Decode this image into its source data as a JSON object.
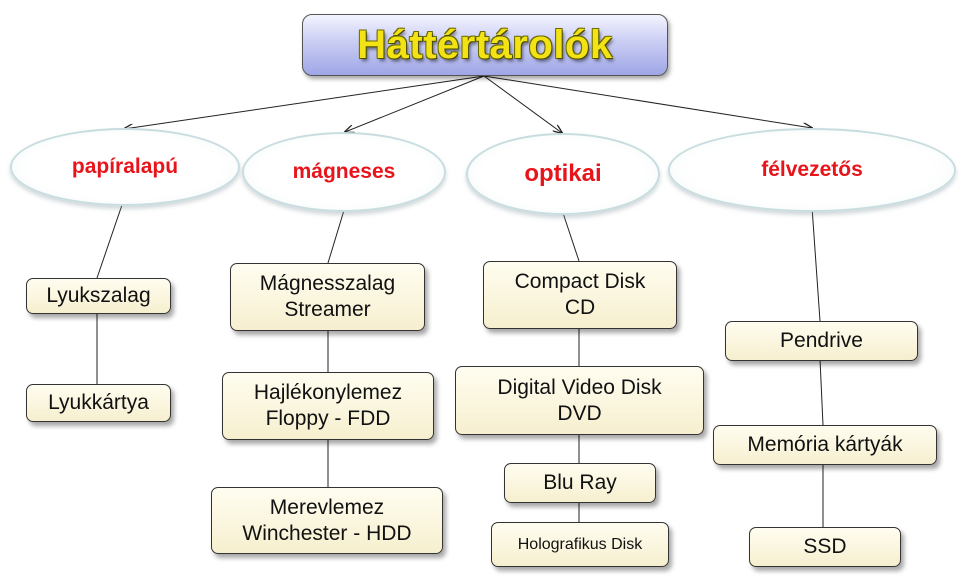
{
  "title": "Háttértárolók",
  "categories": {
    "paper": "papíralapú",
    "magnetic": "mágneses",
    "optical": "optikai",
    "semiconductor": "félvezetős"
  },
  "items": {
    "lyukszalag": "Lyukszalag",
    "lyukkartya": "Lyukkártya",
    "magneses_1": "Mágnesszalag",
    "magneses_2": "Streamer",
    "floppy_1": "Hajlékonylemez",
    "floppy_2": "Floppy - FDD",
    "hdd_1": "Merevlemez",
    "hdd_2": "Winchester - HDD",
    "cd_1": "Compact Disk",
    "cd_2": "CD",
    "dvd_1": "Digital Video Disk",
    "dvd_2": "DVD",
    "bluray": "Blu Ray",
    "holo": "Holografikus Disk",
    "pendrive": "Pendrive",
    "memoria": "Memória kártyák",
    "ssd": "SSD"
  }
}
